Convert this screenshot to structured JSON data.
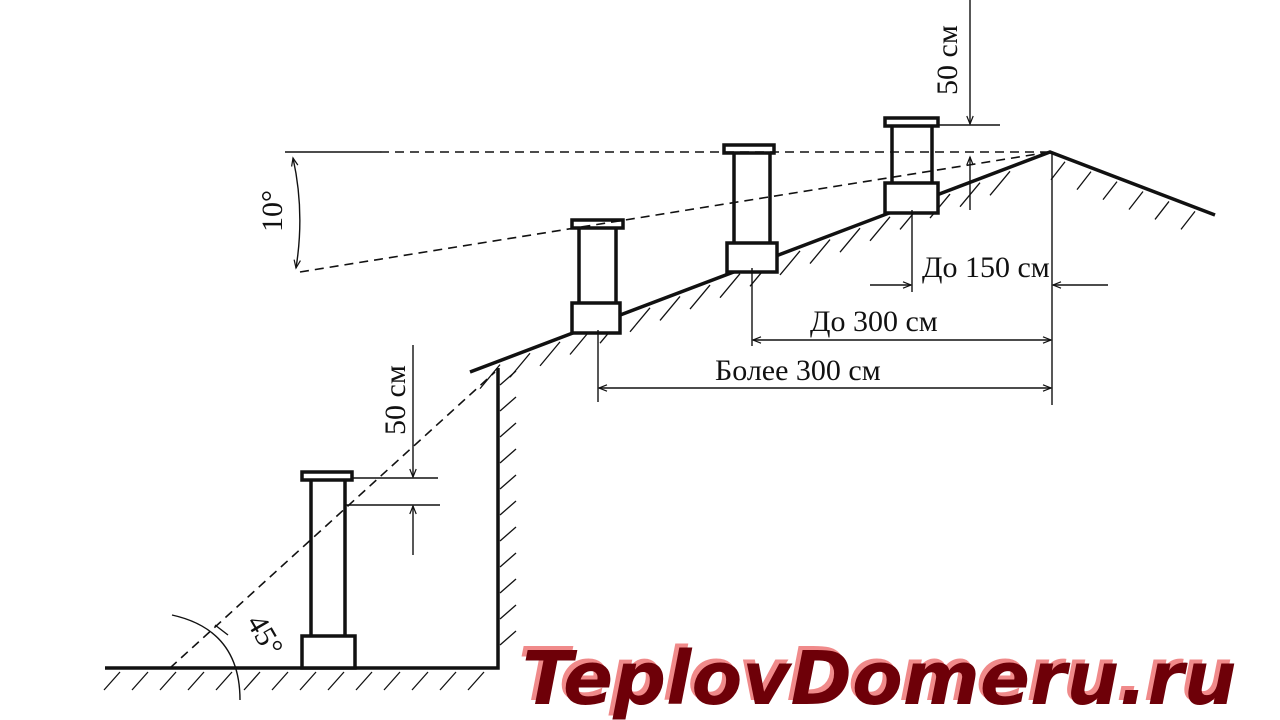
{
  "labels": {
    "angle_10": "10°",
    "top_50cm": "50 см",
    "left_50cm": "50 см",
    "angle_45": "45°",
    "upto_150": "До 150 см",
    "upto_300": "До 300 см",
    "over_300": "Более 300 см"
  },
  "logo": {
    "text": "TeplovDomeru.ru",
    "color": "#6e0008",
    "shadow": "#f08a8a"
  }
}
